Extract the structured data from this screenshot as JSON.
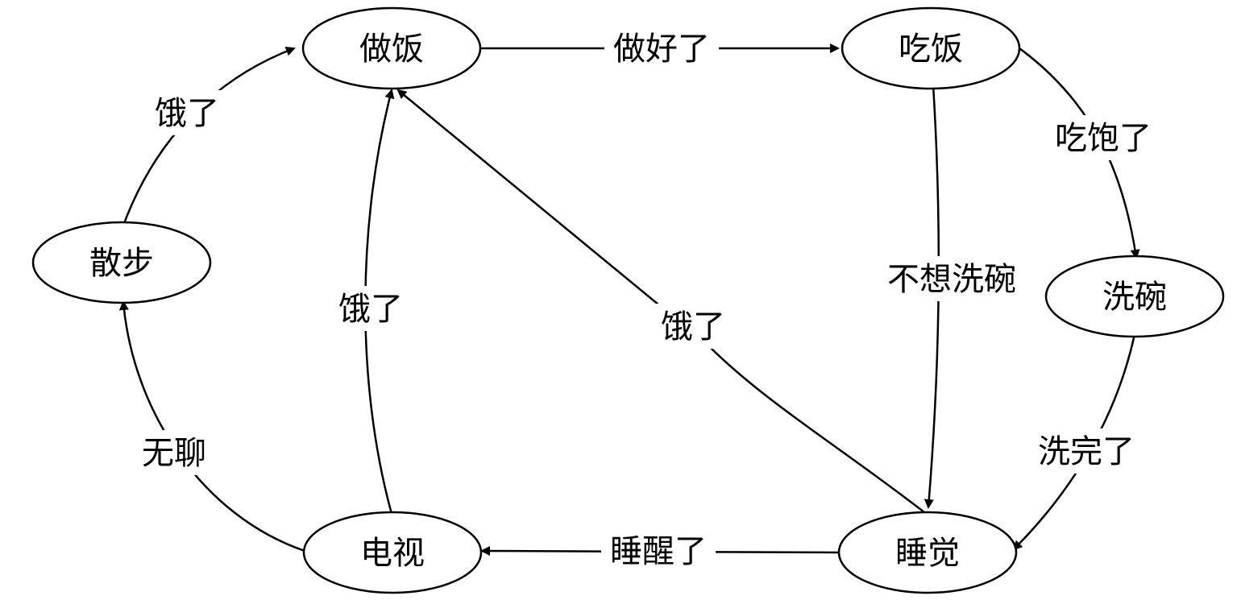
{
  "diagram": {
    "nodes": {
      "cook": "做饭",
      "eat": "吃饭",
      "wash": "洗碗",
      "sleep": "睡觉",
      "tv": "电视",
      "walk": "散步"
    },
    "edges": {
      "cook_to_eat": "做好了",
      "eat_to_wash": "吃饱了",
      "eat_to_sleep": "不想洗碗",
      "wash_to_sleep": "洗完了",
      "sleep_to_tv": "睡醒了",
      "sleep_to_cook": "饿了",
      "tv_to_cook": "饿了",
      "tv_to_walk": "无聊",
      "walk_to_cook": "饿了"
    }
  }
}
